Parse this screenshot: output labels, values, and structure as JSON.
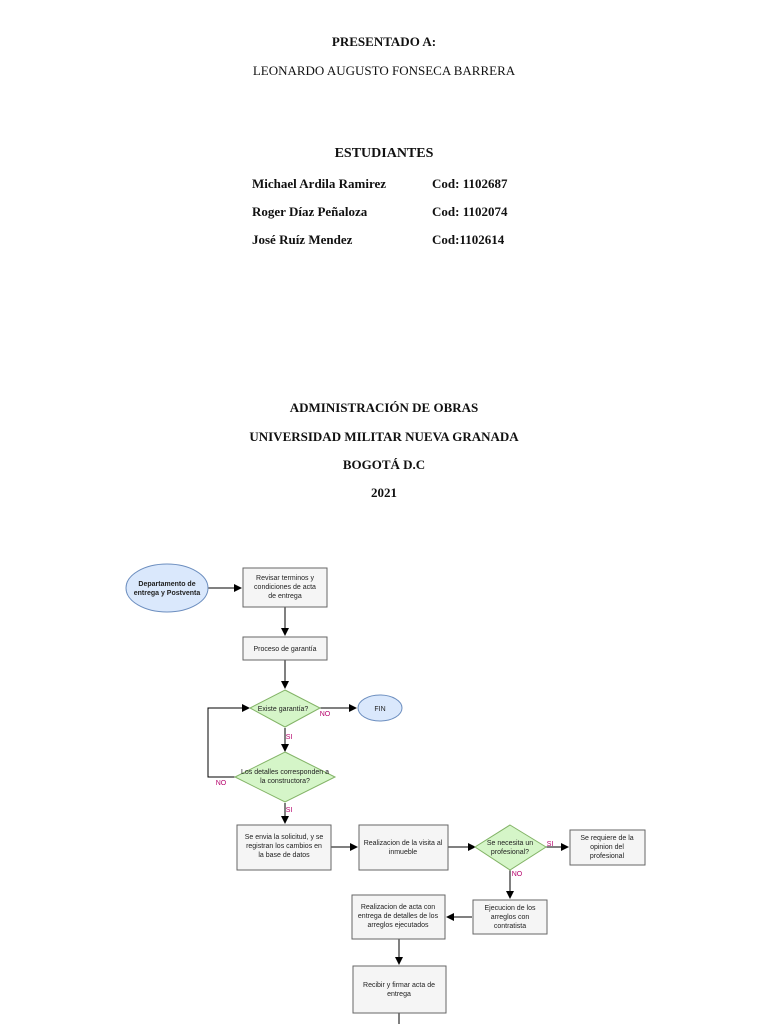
{
  "header": {
    "presented_to_label": "PRESENTADO A:",
    "teacher": "LEONARDO AUGUSTO FONSECA BARRERA"
  },
  "students": {
    "title": "ESTUDIANTES",
    "list": [
      {
        "name": "Michael Ardila Ramirez",
        "code": "Cod: 1102687"
      },
      {
        "name": "Roger Díaz Peñaloza",
        "code": "Cod: 1102074"
      },
      {
        "name": "José Ruíz Mendez",
        "code": "Cod:1102614"
      }
    ]
  },
  "footer": {
    "course": "ADMINISTRACIÓN DE OBRAS",
    "university": "UNIVERSIDAD MILITAR NUEVA GRANADA",
    "city": "BOGOTÁ D.C",
    "year": "2021"
  },
  "flowchart": {
    "start": [
      "Departamento de",
      "entrega y Postventa"
    ],
    "review": [
      "Revisar terminos y",
      "condiciones de acta",
      "de entrega"
    ],
    "warranty_process": [
      "Proceso de garantía"
    ],
    "exists_warranty": [
      "Existe garantía?"
    ],
    "end": [
      "FIN"
    ],
    "details_match": [
      "Los detalles corresponden a",
      "la constructora?"
    ],
    "register": [
      "Se envia la solicitud, y se",
      "registran los cambios en",
      "la base de datos"
    ],
    "visit": [
      "Realizacion de la visita al",
      "inmueble"
    ],
    "need_pro": [
      "Se necesita un",
      "profesional?"
    ],
    "pro_opinion": [
      "Se requiere de la",
      "opinion del",
      "profesional"
    ],
    "execution": [
      "Ejecucion de los",
      "arreglos con",
      "contratista"
    ],
    "act": [
      "Realizacion de acta con",
      "entrega de detalles de los",
      "arreglos ejecutados"
    ],
    "sign": [
      "Recibir y firmar acta de",
      "entrega"
    ],
    "labels": {
      "no": "NO",
      "si": "SI"
    },
    "colors": {
      "box_fill": "#f5f5f5",
      "box_stroke": "#666666",
      "terminal_fill": "#dae8fc",
      "terminal_stroke": "#6c8ebf",
      "decision_fill": "#d5f5c8",
      "decision_stroke": "#82b366",
      "label_color": "#b5006b"
    }
  }
}
